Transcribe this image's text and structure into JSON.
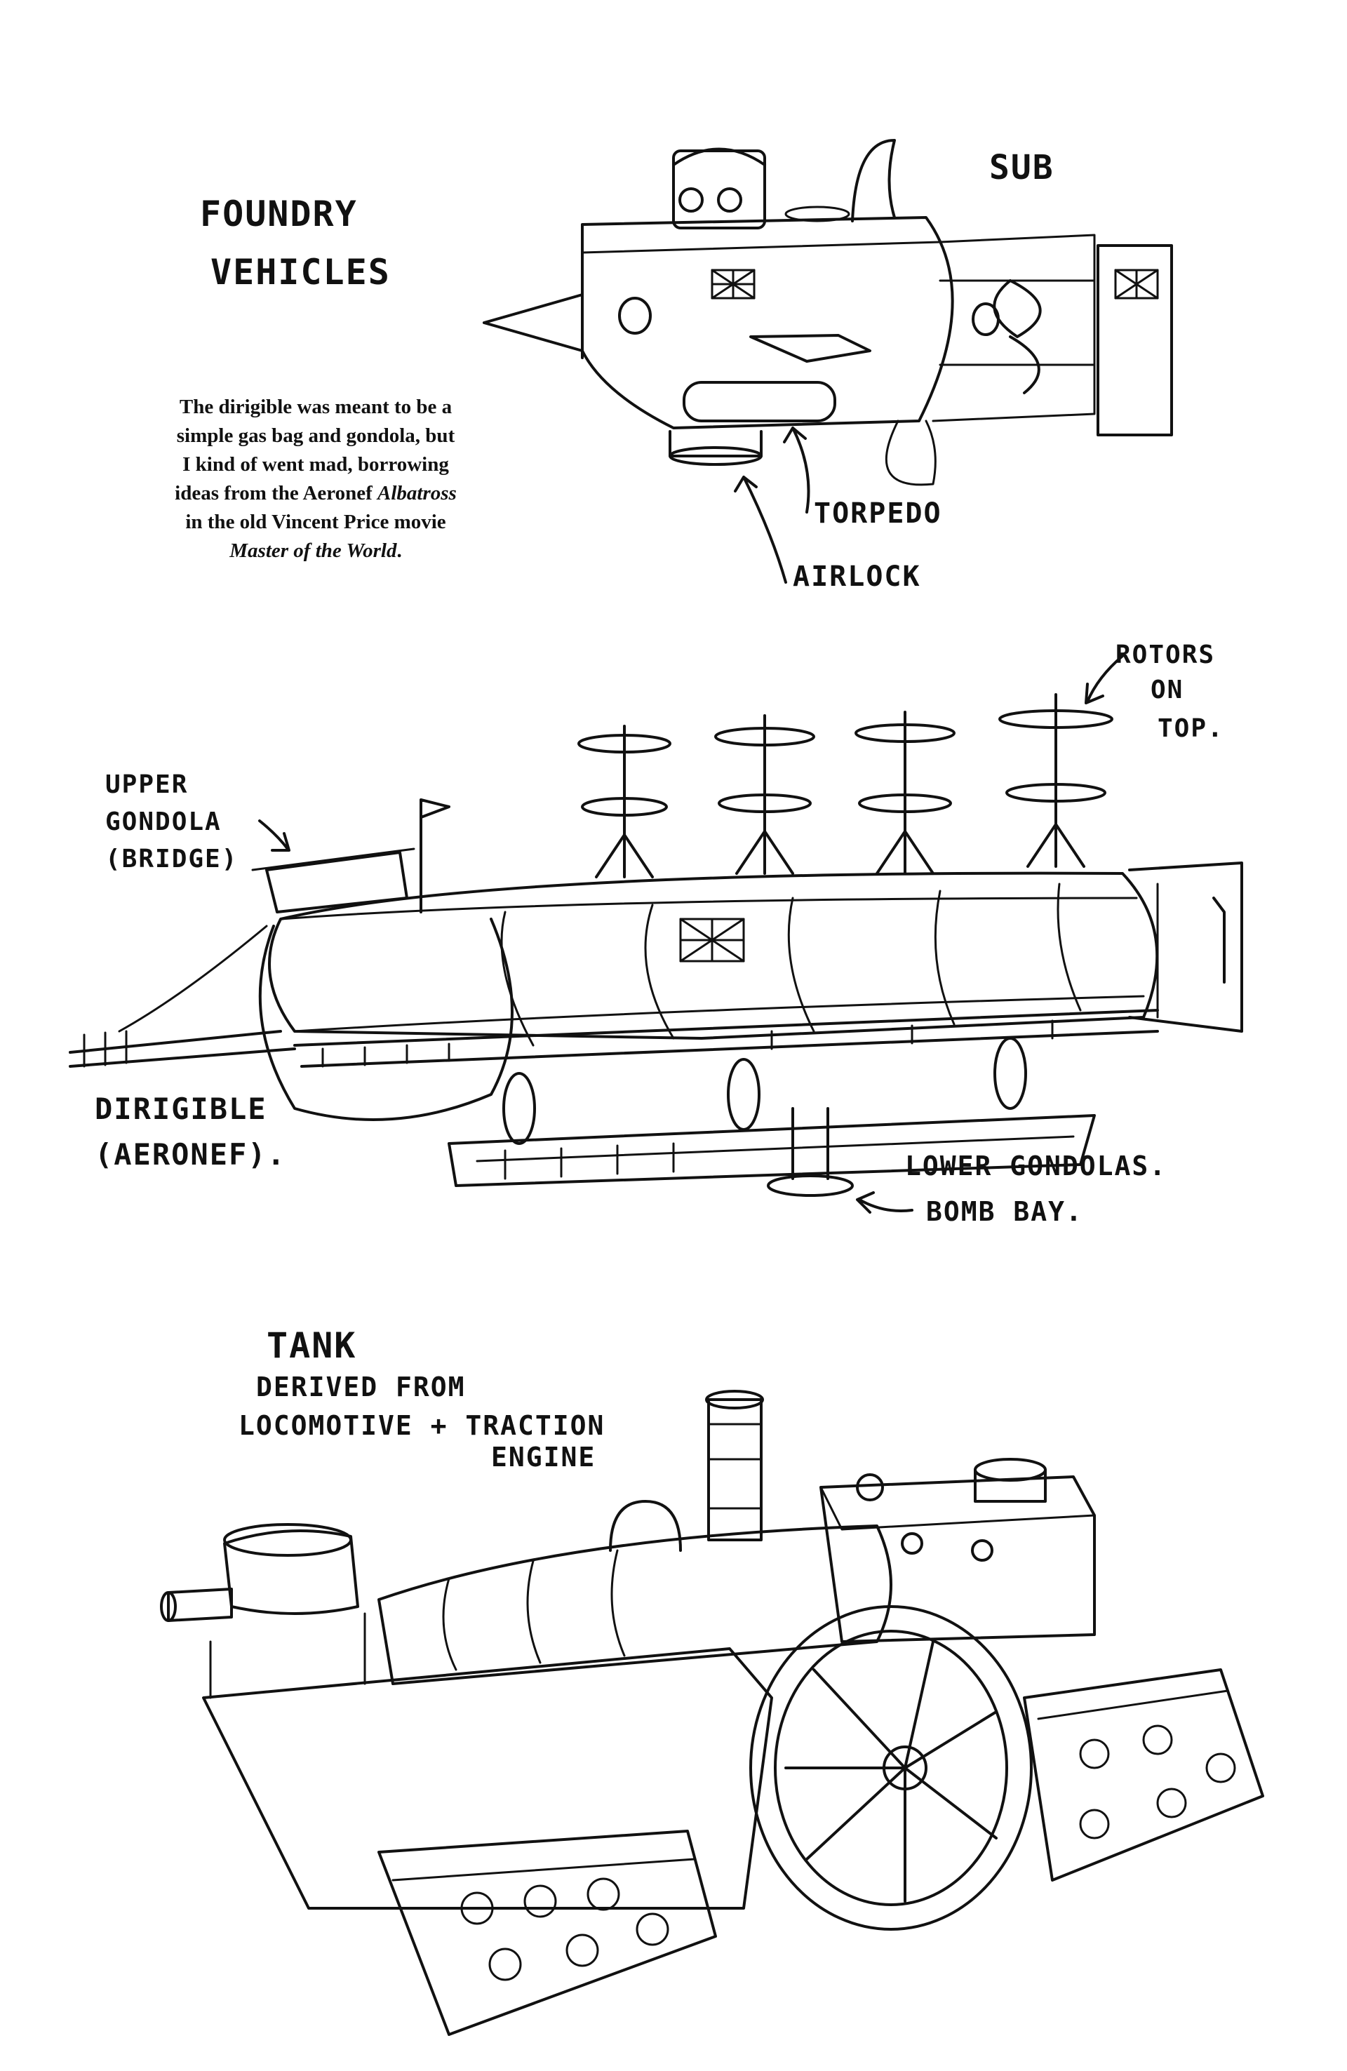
{
  "labels": {
    "title_line1": "FOUNDRY",
    "title_line2": "VEHICLES",
    "sub": "SUB",
    "torpedo": "TORPEDO",
    "airlock": "AIRLOCK",
    "rotors_line1": "ROTORS",
    "rotors_line2": "ON",
    "rotors_line3": "TOP.",
    "upper_gondola_line1": "UPPER",
    "upper_gondola_line2": "GONDOLA",
    "upper_gondola_line3": "(BRIDGE)",
    "dirigible_line1": "DIRIGIBLE",
    "dirigible_line2": "(AERONEF).",
    "lower_gondolas": "LOWER GONDOLAS.",
    "bomb_bay": "BOMB BAY.",
    "tank_line1": "TANK",
    "tank_line2": "DERIVED FROM",
    "tank_line3": "LOCOMOTIVE + TRACTION",
    "tank_line4": "ENGINE"
  },
  "caption": {
    "line1": "The dirigible was meant to be a",
    "line2": "simple gas bag and gondola, but",
    "line3": "I kind of went mad, borrowing",
    "line4_prefix": "ideas from the Aeronef ",
    "line4_italic": "Albatross",
    "line5": "in the old Vincent Price movie",
    "line6_italic": "Master of the World",
    "line6_suffix": "."
  },
  "colors": {
    "ink": "#111111",
    "paper": "#ffffff"
  }
}
